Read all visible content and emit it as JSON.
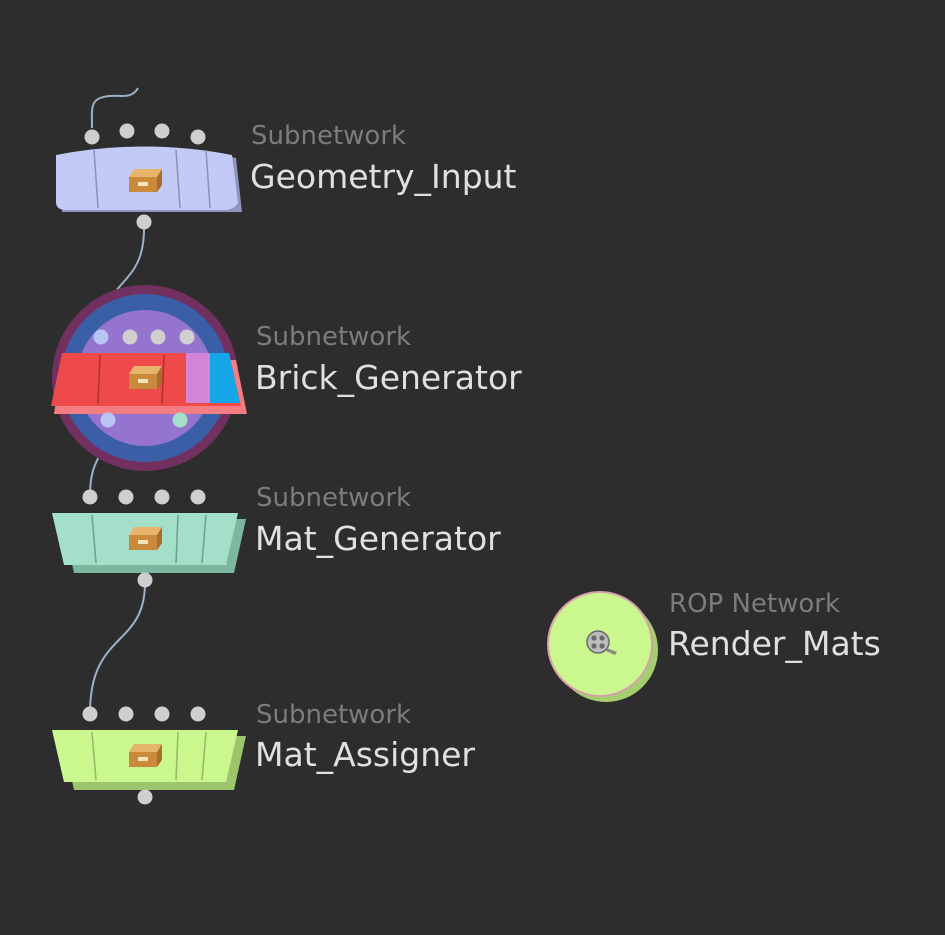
{
  "network": {
    "nodes": [
      {
        "type": "Subnetwork",
        "name": "Geometry_Input",
        "icon": "subnet-box-icon",
        "color": "#c3caf6"
      },
      {
        "type": "Subnetwork",
        "name": "Brick_Generator",
        "icon": "subnet-box-icon",
        "color": "#ef4a4a",
        "selected": true
      },
      {
        "type": "Subnetwork",
        "name": "Mat_Generator",
        "icon": "subnet-box-icon",
        "color": "#a4e0c9"
      },
      {
        "type": "Subnetwork",
        "name": "Mat_Assigner",
        "icon": "subnet-box-icon",
        "color": "#cbf78f"
      },
      {
        "type": "ROP Network",
        "name": "Render_Mats",
        "icon": "film-reel-icon",
        "color": "#cbf78f"
      }
    ]
  }
}
